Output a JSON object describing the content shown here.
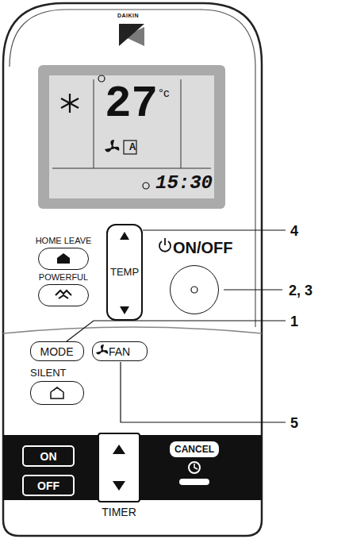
{
  "diagram": {
    "nodes": [
      {
        "text": [
          "27",
          "°c",
          "A",
          "15:30"
        ]
      },
      {
        "text": [
          "HOME LEAVE"
        ]
      },
      {
        "text": [
          "POWERFUL"
        ]
      },
      {
        "text": [
          "TEMP"
        ]
      },
      {
        "text": [
          "ON/OFF"
        ]
      },
      {
        "text": [
          "MODE"
        ]
      },
      {
        "text": [
          "FAN"
        ]
      },
      {
        "text": [
          "SILENT"
        ]
      },
      {
        "text": [
          "ON"
        ]
      },
      {
        "text": [
          "OFF"
        ]
      },
      {
        "text": [
          "TIMER"
        ]
      },
      {
        "text": [
          "CANCEL"
        ]
      }
    ],
    "labels": [
      "DAIKIN",
      "4",
      "2, 3",
      "1",
      "5"
    ]
  }
}
